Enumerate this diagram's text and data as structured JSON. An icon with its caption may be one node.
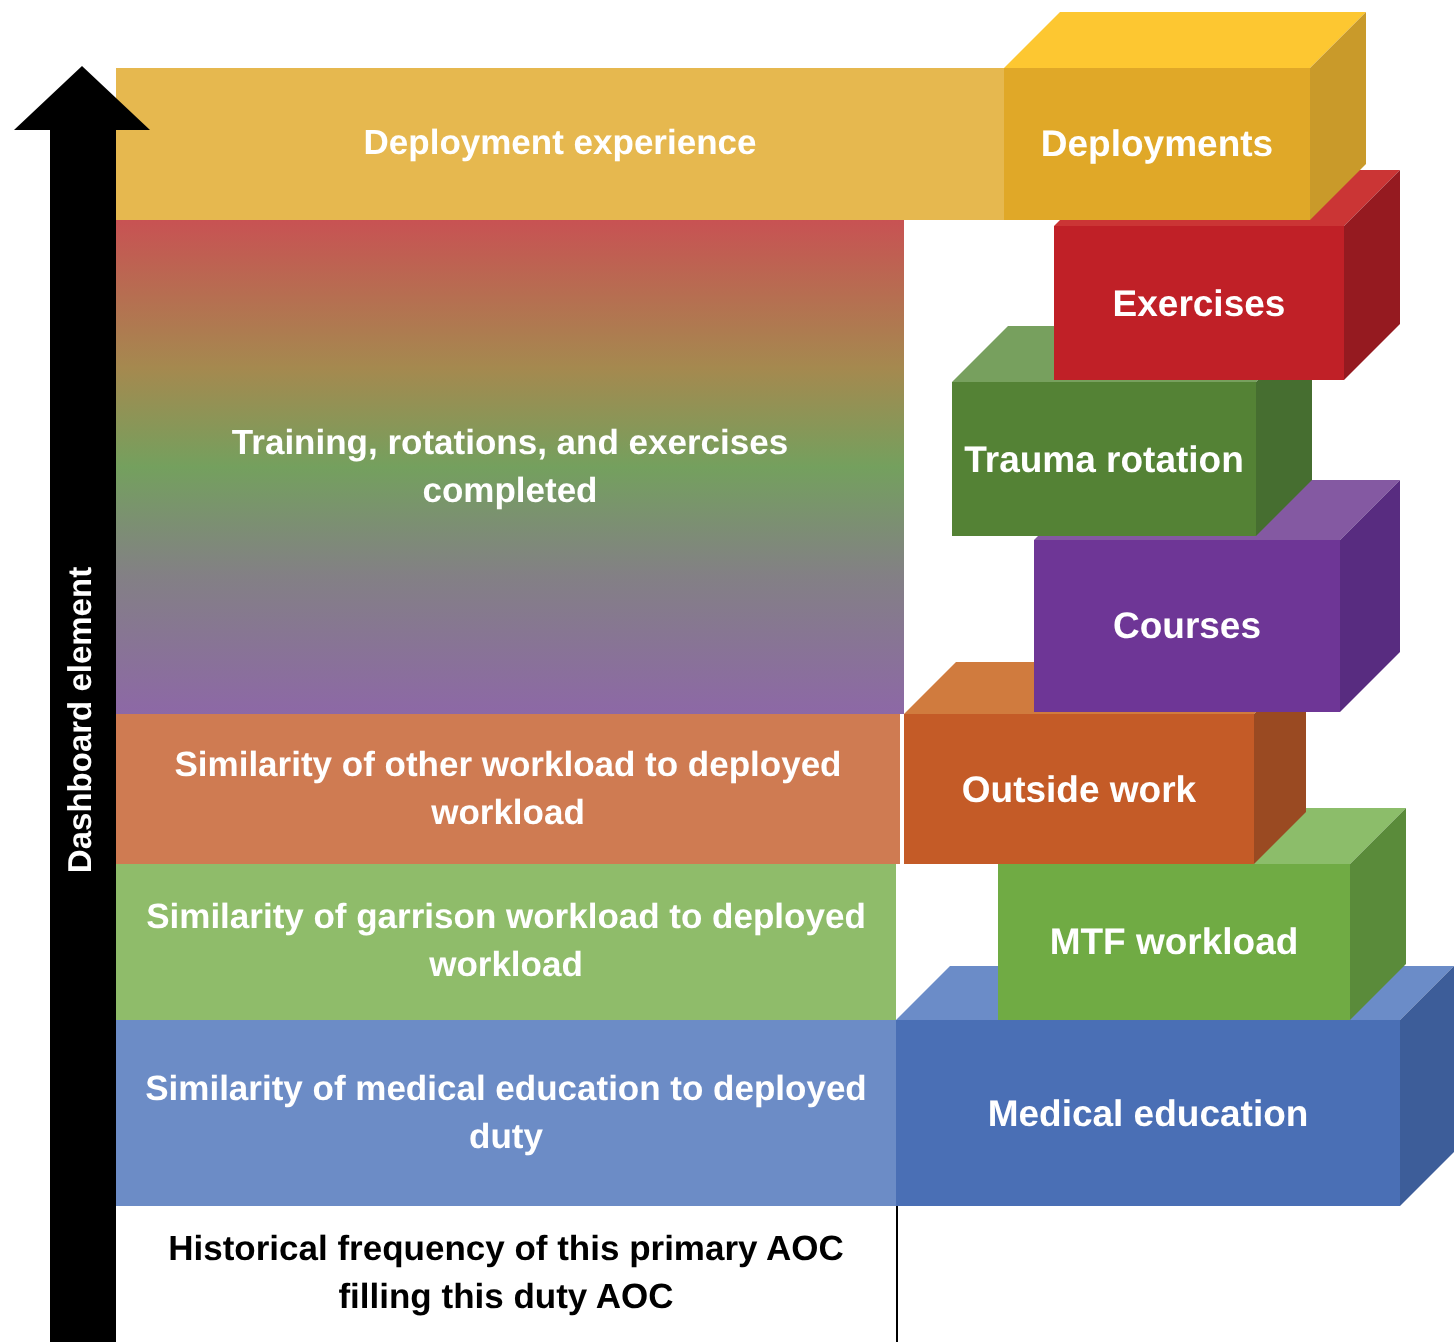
{
  "diagram": {
    "nodes": [
      {
        "text": [
          "Deployment experience"
        ]
      },
      {
        "text": [
          "Deployments"
        ]
      },
      {
        "text": [
          "Training, rotations, and exercises completed"
        ]
      },
      {
        "text": [
          "Exercises"
        ]
      },
      {
        "text": [
          "Trauma rotation"
        ]
      },
      {
        "text": [
          "Courses"
        ]
      },
      {
        "text": [
          "Similarity of other workload to deployed workload"
        ]
      },
      {
        "text": [
          "Outside work"
        ]
      },
      {
        "text": [
          "Similarity of garrison workload to deployed workload"
        ]
      },
      {
        "text": [
          "MTF workload"
        ]
      },
      {
        "text": [
          "Similarity of medical education to deployed duty"
        ]
      },
      {
        "text": [
          "Medical education"
        ]
      },
      {
        "text": [
          "Historical frequency of this primary AOC filling this duty AOC"
        ]
      }
    ],
    "labels": [
      "Dashboard element"
    ]
  }
}
